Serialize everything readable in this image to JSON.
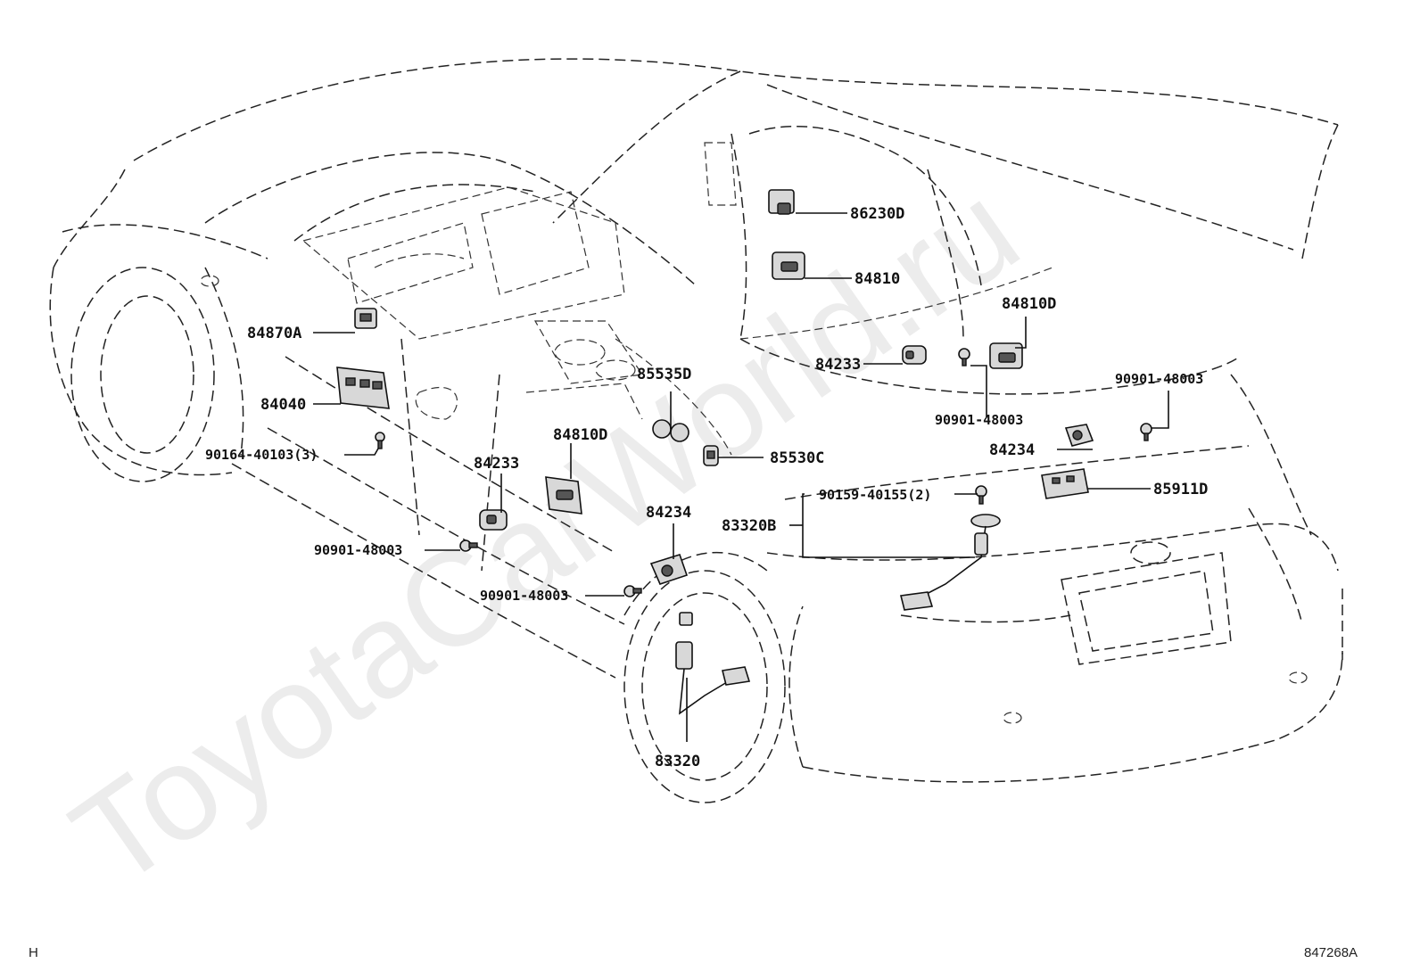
{
  "diagram_id": "847268A",
  "corner_mark": "H",
  "watermark": "ToyotaCarWorld.ru",
  "labels": {
    "l86230D": "86230D",
    "l84810": "84810",
    "l84810D_r": "84810D",
    "l84233_r": "84233",
    "l90901_r1": "90901-48003",
    "l90901_r2": "90901-48003",
    "l84234_r": "84234",
    "l85911D": "85911D",
    "l84870A": "84870A",
    "l84040": "84040",
    "l90164": "90164-40103(3)",
    "l85535D": "85535D",
    "l85530C": "85530C",
    "l84810D_c": "84810D",
    "l84233_c": "84233",
    "l84234_c": "84234",
    "l90901_l": "90901-48003",
    "l90901_c": "90901-48003",
    "l90159": "90159-40155(2)",
    "l83320B": "83320B",
    "l83320": "83320"
  }
}
